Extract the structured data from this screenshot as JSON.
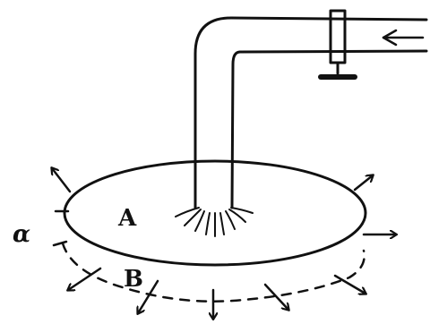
{
  "labels": {
    "region_a": "A",
    "region_b": "B",
    "angle": "α"
  },
  "colors": {
    "ink": "#111111",
    "background": "#ffffff"
  }
}
